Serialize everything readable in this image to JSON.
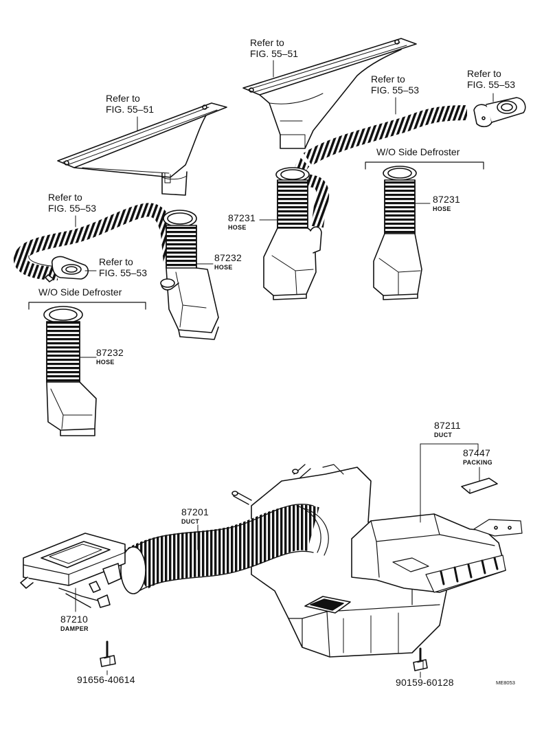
{
  "references": {
    "left_top": {
      "line1": "Refer to",
      "line2": "FIG. 55–51"
    },
    "right_top": {
      "line1": "Refer to",
      "line2": "FIG. 55–51"
    },
    "right_hose": {
      "line1": "Refer to",
      "line2": "FIG. 55–53"
    },
    "far_right_outlet": {
      "line1": "Refer to",
      "line2": "FIG. 55–53"
    },
    "left_hose": {
      "line1": "Refer to",
      "line2": "FIG. 55–53"
    },
    "left_outlet": {
      "line1": "Refer to",
      "line2": "FIG. 55–53"
    }
  },
  "variants": {
    "right": "W/O Side Defroster",
    "left": "W/O Side Defroster"
  },
  "parts": {
    "p87231_a": {
      "number": "87231",
      "name": "HOSE"
    },
    "p87231_b": {
      "number": "87231",
      "name": "HOSE"
    },
    "p87232_a": {
      "number": "87232",
      "name": "HOSE"
    },
    "p87232_b": {
      "number": "87232",
      "name": "HOSE"
    },
    "p87211": {
      "number": "87211",
      "name": "DUCT"
    },
    "p87447": {
      "number": "87447",
      "name": "PACKING"
    },
    "p87201": {
      "number": "87201",
      "name": "DUCT"
    },
    "p87210": {
      "number": "87210",
      "name": "DAMPER"
    },
    "bolt_left": {
      "number": "91656-40614"
    },
    "bolt_right": {
      "number": "90159-60128"
    }
  },
  "drawing_code": "ME8053",
  "colors": {
    "ink": "#111111",
    "paper": "#ffffff"
  }
}
